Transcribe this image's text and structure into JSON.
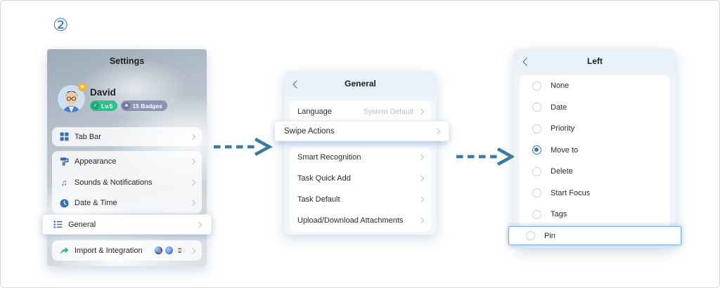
{
  "step": {
    "label": "②"
  },
  "colors": {
    "accent_blue": "#3879ab",
    "icon_blue": "#3b6fb5",
    "radio_selected_blue": "#2f78c2",
    "level_green": "#2cc28c",
    "badge_gray": "#868caf",
    "import_green": "#25bf73",
    "header_blue": "#e9f1f8"
  },
  "settings_panel": {
    "title": "Settings",
    "profile": {
      "name": "David",
      "level_badge": "Lv.5",
      "badges_badge": "15 Badges"
    },
    "items": [
      {
        "label": "Tab Bar",
        "icon": "tab-bar-grid-icon"
      },
      {
        "label": "Appearance",
        "icon": "paint-roller-icon"
      },
      {
        "label": "Sounds & Notifications",
        "icon": "music-note-icon"
      },
      {
        "label": "Date & Time",
        "icon": "clock-icon"
      },
      {
        "label": "General",
        "icon": "list-icon",
        "highlighted": true
      },
      {
        "label": "Import & Integration",
        "icon": "share-arrow-icon"
      }
    ]
  },
  "general_panel": {
    "title": "General",
    "rows": [
      {
        "label": "Language",
        "value": "System Default"
      },
      {
        "label": "Swipe Actions",
        "highlighted": true
      },
      {
        "label": "Smart Recognition"
      },
      {
        "label": "Task Quick Add"
      },
      {
        "label": "Task Default"
      },
      {
        "label": "Upload/Download Attachments"
      }
    ]
  },
  "left_swipe_panel": {
    "title": "Left",
    "options": [
      {
        "label": "None",
        "selected": false
      },
      {
        "label": "Date",
        "selected": false
      },
      {
        "label": "Priority",
        "selected": false
      },
      {
        "label": "Move to",
        "selected": true
      },
      {
        "label": "Delete",
        "selected": false
      },
      {
        "label": "Start Focus",
        "selected": false
      },
      {
        "label": "Tags",
        "selected": false
      },
      {
        "label": "Pin",
        "selected": false,
        "highlighted": true
      }
    ]
  }
}
